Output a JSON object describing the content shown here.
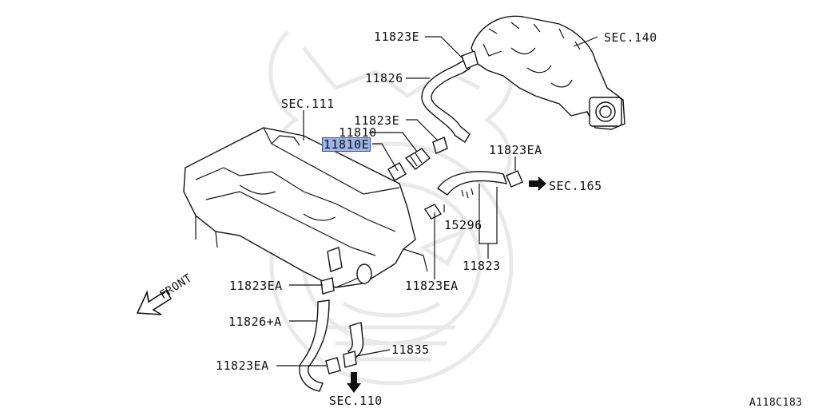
{
  "diagram_code": "A118C183",
  "front_label": "FRONT",
  "labels": {
    "sec140": "SEC.140",
    "sec111": "SEC.111",
    "sec165": "SEC.165",
    "sec110": "SEC.110",
    "p11823E_top": "11823E",
    "p11826": "11826",
    "p11823E_mid": "11823E",
    "p11810": "11810",
    "p11810E": "11810E",
    "p11823EA_right": "11823EA",
    "p15296": "15296",
    "p11823": "11823",
    "p11823EA_mid": "11823EA",
    "p11823EA_left": "11823EA",
    "p11826A": "11826+A",
    "p11835": "11835",
    "p11823EA_bottom": "11823EA"
  },
  "highlight_color": "#9fb3e8"
}
